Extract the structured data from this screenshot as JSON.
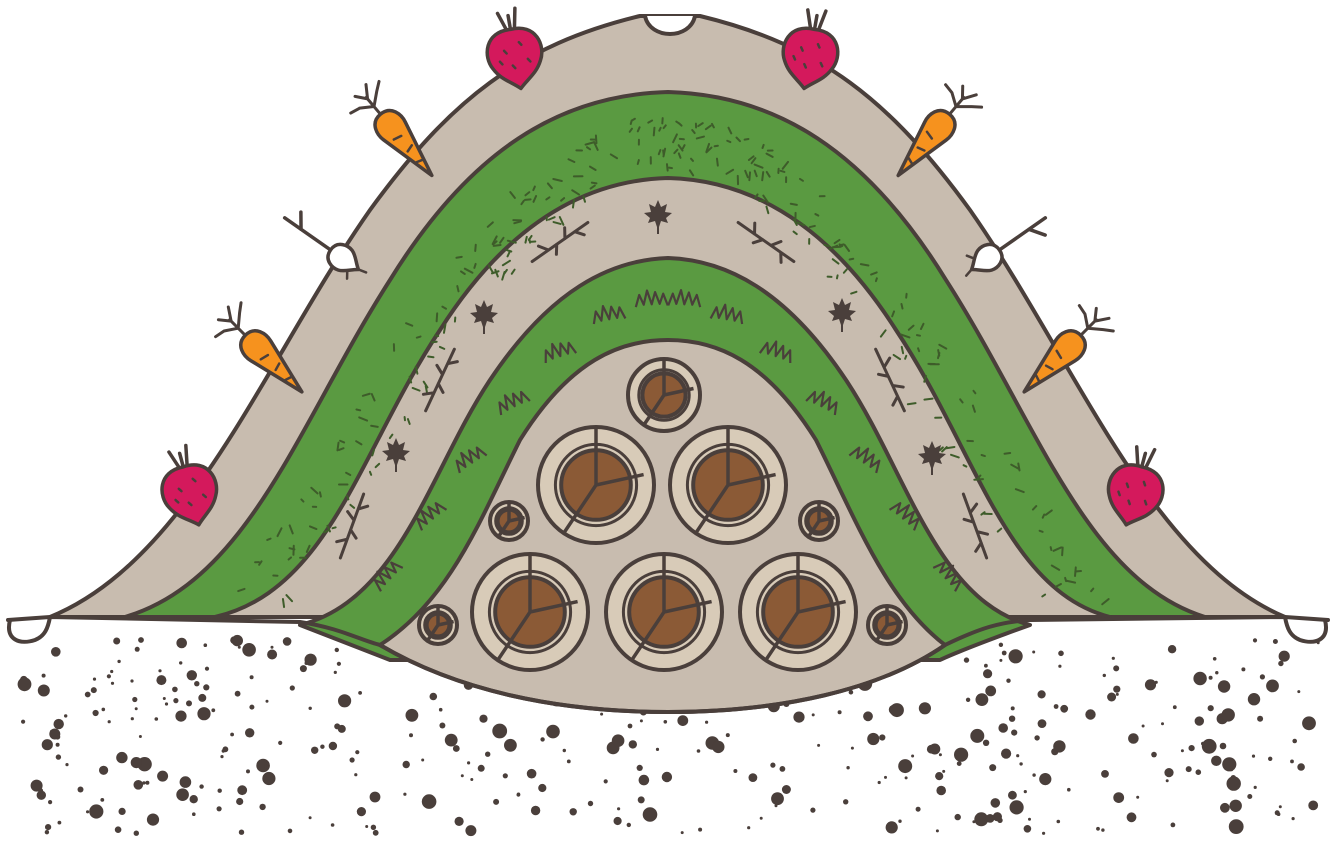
{
  "diagram": {
    "subject": "hugelkultur-mound-cross-section",
    "layers_outer_to_inner": [
      "topsoil",
      "compost",
      "leaves-and-twigs",
      "grass-clippings",
      "logs-and-branches"
    ],
    "plants": [
      "beet",
      "carrot",
      "radish",
      "carrot",
      "beet",
      "beet",
      "carrot",
      "radish",
      "carrot",
      "beet"
    ],
    "colors": {
      "outline": "#4a3f3b",
      "topsoil": "#c8bcaf",
      "compost": "#5a9a41",
      "leaves_layer": "#c8bcaf",
      "grass_layer": "#5a9a41",
      "log_core": "#8b5a36",
      "log_bark": "#d8cbb8",
      "carrot": "#f6921e",
      "beet": "#d4195c",
      "radish": "#ffffff",
      "ground_dots": "#4a3f3b",
      "background": "#ffffff"
    }
  }
}
